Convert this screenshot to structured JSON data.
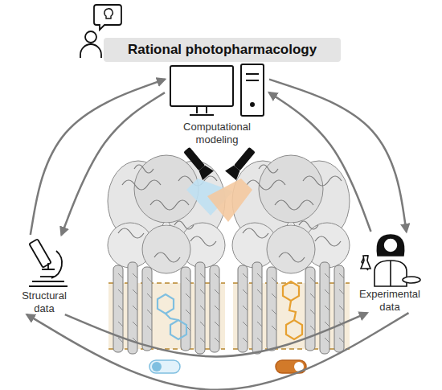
{
  "diagram": {
    "nodes": [
      {
        "text": [
          "Rational photopharmacology"
        ]
      },
      {
        "text": [
          "Computational modeling"
        ]
      },
      {
        "text": [
          "Structural data"
        ]
      },
      {
        "text": [
          "Experimental data"
        ]
      }
    ],
    "edges": [
      {
        "from": 2,
        "to": 1,
        "arrow": "to"
      },
      {
        "from": 1,
        "to": 2,
        "arrow": "to"
      },
      {
        "from": 1,
        "to": 3,
        "arrow": "to"
      },
      {
        "from": 3,
        "to": 1,
        "arrow": "to"
      },
      {
        "from": 2,
        "to": 3,
        "arrow": "to"
      },
      {
        "from": 3,
        "to": 2,
        "arrow": "to"
      }
    ]
  }
}
